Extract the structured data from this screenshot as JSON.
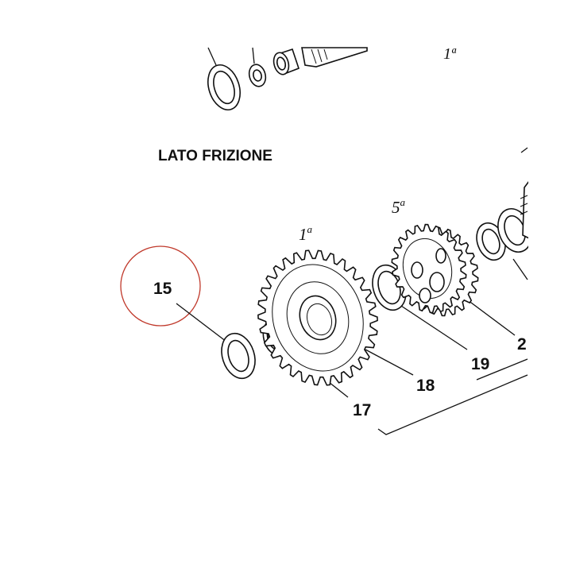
{
  "diagram": {
    "heading": "LATO FRIZIONE",
    "gear_labels": {
      "first_top": "1ª",
      "first": "1",
      "first_sup": "a",
      "fifth": "5",
      "fifth_sup": "a"
    },
    "part_numbers": {
      "p15": "15",
      "p17": "17",
      "p18": "18",
      "p19": "19",
      "p2x": "2"
    },
    "colors": {
      "highlight_circle": "#c0392b",
      "ink": "#111111"
    }
  }
}
